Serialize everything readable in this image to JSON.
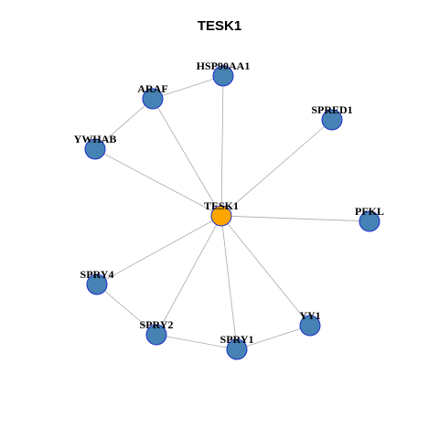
{
  "title": "TESK1",
  "colors": {
    "hub_fill": "#FFA500",
    "node_fill": "#4682B4",
    "node_stroke": "#1a2fc9",
    "edge": "#aaaaaa"
  },
  "nodes": [
    {
      "id": "TESK1",
      "label": "TESK1",
      "hub": true
    },
    {
      "id": "HSP90AA1",
      "label": "HSP90AA1"
    },
    {
      "id": "ARAF",
      "label": "ARAF"
    },
    {
      "id": "SPRED1",
      "label": "SPRED1"
    },
    {
      "id": "YWHAB",
      "label": "YWHAB"
    },
    {
      "id": "PFKL",
      "label": "PFKL"
    },
    {
      "id": "SPRY4",
      "label": "SPRY4"
    },
    {
      "id": "SPRY2",
      "label": "SPRY2"
    },
    {
      "id": "YY1",
      "label": "YY1"
    },
    {
      "id": "SPRY1",
      "label": "SPRY1"
    }
  ],
  "edges": [
    [
      "TESK1",
      "HSP90AA1"
    ],
    [
      "TESK1",
      "ARAF"
    ],
    [
      "TESK1",
      "SPRED1"
    ],
    [
      "TESK1",
      "YWHAB"
    ],
    [
      "TESK1",
      "PFKL"
    ],
    [
      "TESK1",
      "SPRY4"
    ],
    [
      "TESK1",
      "SPRY2"
    ],
    [
      "TESK1",
      "YY1"
    ],
    [
      "TESK1",
      "SPRY1"
    ],
    [
      "ARAF",
      "HSP90AA1"
    ],
    [
      "ARAF",
      "YWHAB"
    ],
    [
      "SPRY4",
      "SPRY2"
    ],
    [
      "SPRY2",
      "SPRY1"
    ],
    [
      "SPRY1",
      "YY1"
    ]
  ]
}
